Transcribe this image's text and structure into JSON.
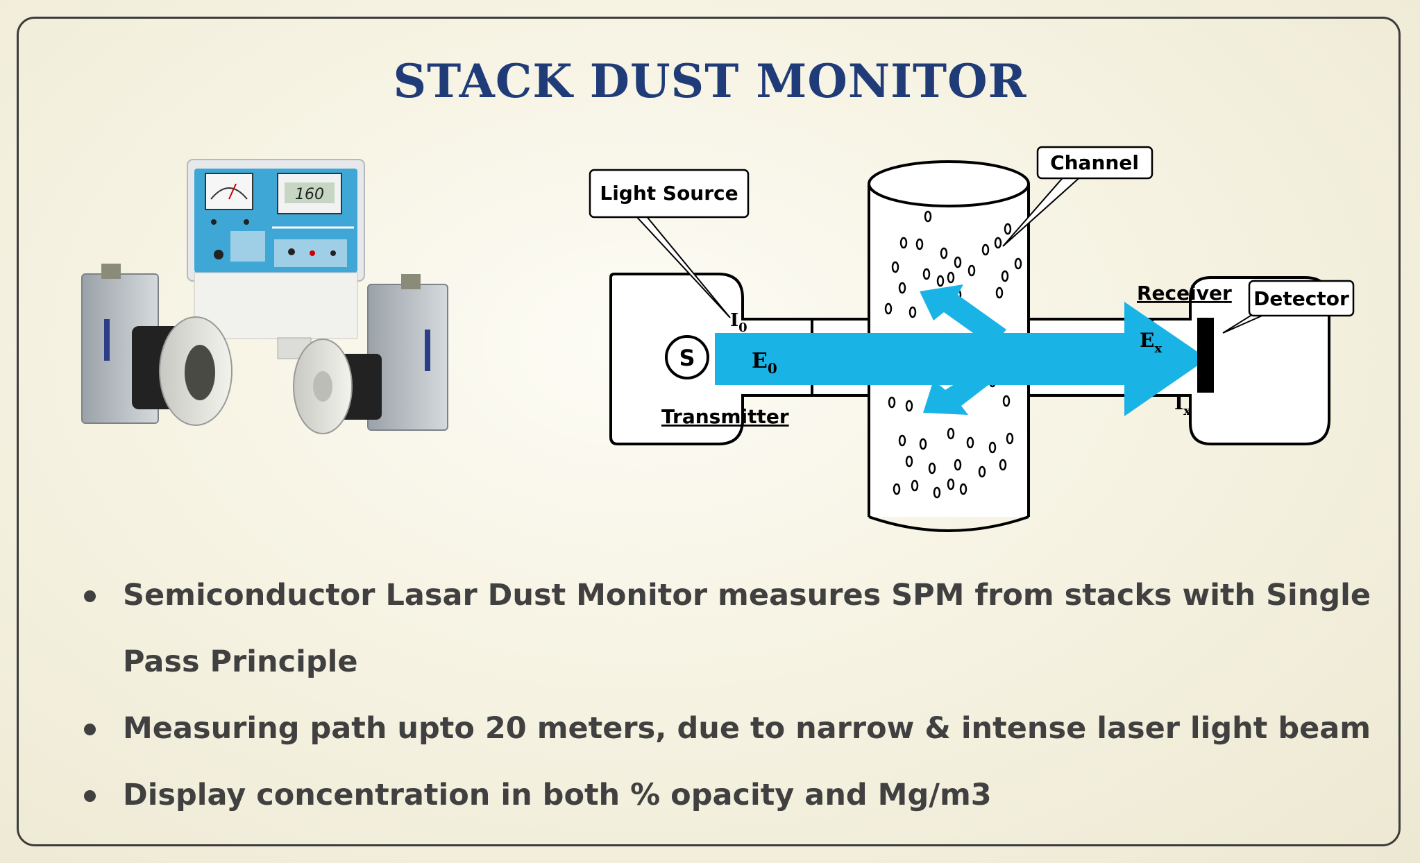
{
  "title": "STACK DUST MONITOR",
  "device": {
    "display_value": "160"
  },
  "diagram": {
    "light_source_label": "Light Source",
    "channel_label": "Channel",
    "receiver_label": "Receiver",
    "detector_label": "Detector",
    "transmitter_label": "Transmitter",
    "source_symbol": "S",
    "i0_label": "I",
    "i0_sub": "0",
    "e0_label": "E",
    "e0_sub": "0",
    "ex_label": "E",
    "ex_sub": "x",
    "ix_label": "I",
    "ix_sub": "x"
  },
  "bullets": [
    "Semiconductor Lasar Dust Monitor measures SPM from stacks with  Single Pass Principle",
    "Measuring path upto 20 meters, due to narrow & intense laser light beam",
    "Display concentration in both % opacity and Mg/m3"
  ],
  "colors": {
    "title": "#1f3b78",
    "beam": "#1ab3e6",
    "text": "#404040"
  }
}
